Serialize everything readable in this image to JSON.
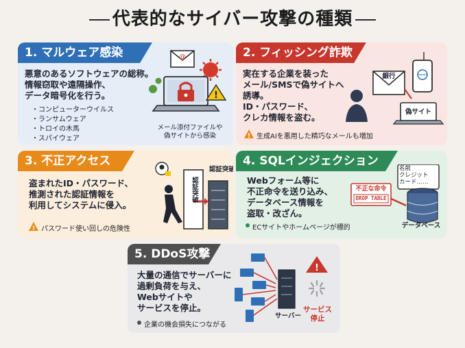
{
  "title": "代表的なサイバー攻撃の種類",
  "colors": {
    "blue": "#2f6fb6",
    "red": "#c8372d",
    "orange": "#e88a1a",
    "green": "#2e8b57",
    "gray": "#4f4f4f"
  },
  "cards": {
    "malware": {
      "header": "1. マルウェア感染",
      "body": "悪意のあるソフトウェアの総称。\n情報窃取や遠隔操作、\nデータ暗号化を行う。",
      "bullets": [
        "コンピューターウイルス",
        "ランサムウェア",
        "トロイの木馬",
        "スパイウェア"
      ],
      "caption": "メール添付ファイルや\n偽サイトから感染",
      "icons": [
        "mail-icon",
        "virus-icon",
        "lock-icon",
        "warning-icon",
        "laptop-icon"
      ]
    },
    "phishing": {
      "header": "2. フィッシング詐欺",
      "body": "実在する企業を装った\nメール/SMSで偽サイトへ\n誘導。\nID・パスワード、\nクレカ情報を盗む。",
      "bank_label": "銀行",
      "fake_site_label": "偽サイト",
      "note": "生成AIを悪用した精巧なメールも増加"
    },
    "unauthorized": {
      "header": "3. 不正アクセス",
      "body": "盗まれたID・パスワード、\n推測された認証情報を\n利用してシステムに侵入。",
      "door_label": "認証突破",
      "server_label": "認証突破",
      "note": "パスワード使い回しの危険性"
    },
    "sqli": {
      "header": "4. SQLインジェクション",
      "body": "Webフォーム等に\n不正命令を送り込み、\nデータベース情報を\n盗取・改ざん。",
      "command_label": "不正な命令",
      "command_code": "DROP TABLE",
      "form_label": "名前\nクレジット\nカード……",
      "db_label": "データベース",
      "note": "ECサイトやホームページが標的"
    },
    "ddos": {
      "header": "5. DDoS攻撃",
      "body": "大量の通信でサーバーに\n過剰負荷を与え、\nWebサイトや\nサービスを停止。",
      "server_label": "サーバー",
      "stop_label": "サービス\n停止",
      "note": "企業の機会損失につながる"
    }
  }
}
